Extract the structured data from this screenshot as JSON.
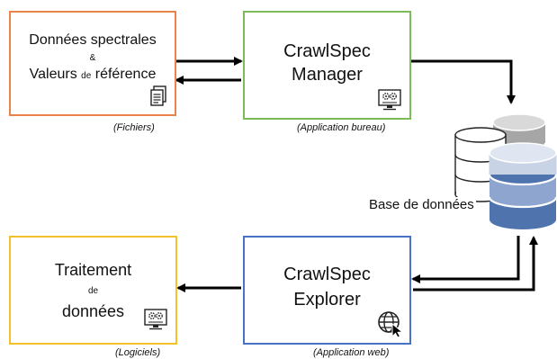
{
  "boxes": {
    "files": {
      "line1": "Données spectrales",
      "ampersand": "&",
      "line2_a": "Valeurs",
      "line2_de": "de",
      "line2_b": "référence",
      "caption": "(Fichiers)",
      "border_color": "#e8844a",
      "icon": "document-icon"
    },
    "manager": {
      "line1": "CrawlSpec",
      "line2": "Manager",
      "caption": "(Application bureau)",
      "border_color": "#7dbb5a",
      "icon": "desktop-gears-icon"
    },
    "explorer": {
      "line1": "CrawlSpec",
      "line2": "Explorer",
      "caption": "(Application web)",
      "border_color": "#4a72c4",
      "icon": "globe-cursor-icon"
    },
    "processing": {
      "line1": "Traitement",
      "line2": "de",
      "line3": "données",
      "caption": "(Logiciels)",
      "border_color": "#f2c12e",
      "icon": "desktop-gears-icon"
    }
  },
  "database": {
    "label": "Base de données",
    "icon": "database-stack-icon",
    "front_color": "#4f73ad",
    "back_color": "#a6a6a6"
  }
}
